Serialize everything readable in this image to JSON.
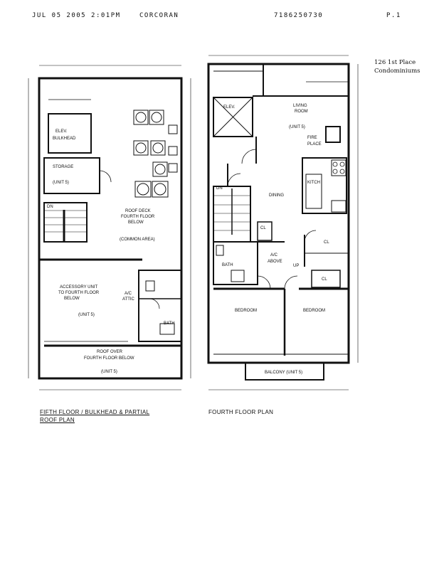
{
  "fax_header": {
    "date": "JUL 05 2005 2:01PM",
    "company": "CORCORAN",
    "fax_number": "7186250730",
    "page": "P.1"
  },
  "side_note": {
    "line1": "126 1st Place",
    "line2": "Condominiums"
  },
  "left_plan": {
    "title_line1": "FIFTH FLOOR / BULKHEAD & PARTIAL",
    "title_line2": "ROOF PLAN",
    "rooms": {
      "elev_bulkhead_1": "ELEV.",
      "elev_bulkhead_2": "BULKHEAD",
      "storage": "STORAGE",
      "storage_unit": "(UNIT 5)",
      "dn": "DN",
      "roof_deck_1": "ROOF DECK",
      "roof_deck_2": "FOURTH FLOOR",
      "roof_deck_3": "BELOW",
      "common_area": "(COMMON AREA)",
      "accessory_1": "ACCESSORY UNIT",
      "accessory_2": "TO FOURTH FLOOR",
      "accessory_3": "BELOW",
      "accessory_unit": "(UNIT 5)",
      "ac_1": "A/C",
      "ac_2": "ATTIC",
      "bath": "BATH",
      "roof_over_1": "ROOF OVER",
      "roof_over_2": "FOURTH FLOOR BELOW",
      "roof_over_unit": "(UNIT 5)"
    }
  },
  "right_plan": {
    "title": "FOURTH FLOOR PLAN",
    "rooms": {
      "elev": "ELEV.",
      "living_1": "LIVING",
      "living_2": "ROOM",
      "living_unit": "(UNIT 5)",
      "fireplace_1": "FIRE",
      "fireplace_2": "PLACE",
      "kitchen": "KITCH",
      "dn": "DN",
      "dining": "DINING",
      "cl_1": "CL",
      "cl_2": "CL",
      "cl_3": "CL",
      "bath": "BATH",
      "ac_1": "A/C",
      "ac_2": "ABOVE",
      "up": "UP",
      "bedroom_1": "BEDROOM",
      "bedroom_2": "BEDROOM",
      "balcony": "BALCONY (UNIT 5)"
    }
  }
}
